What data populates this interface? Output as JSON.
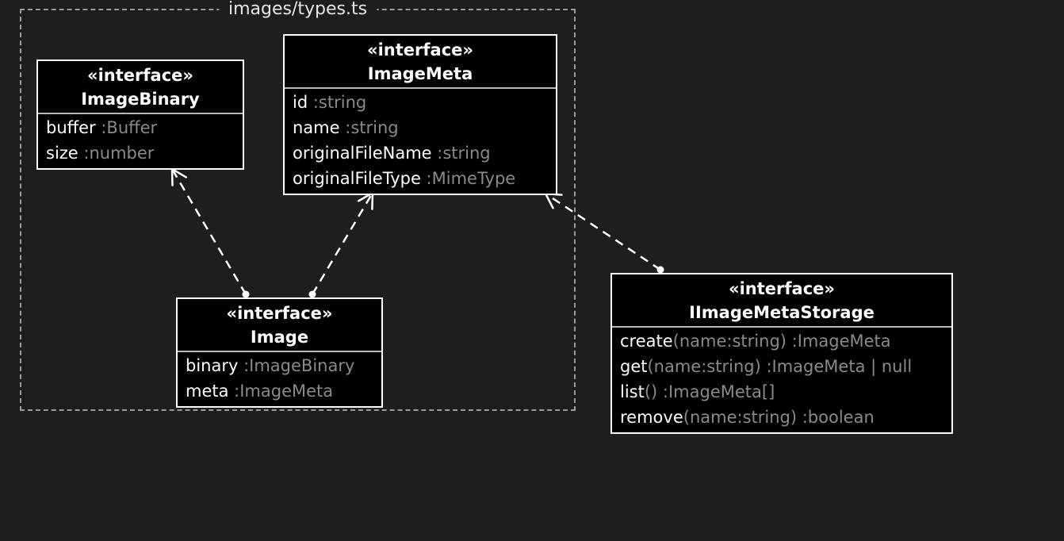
{
  "package": {
    "label": "images/types.ts"
  },
  "colors": {
    "background": "#1e1e1e",
    "box_background": "#000000",
    "box_border": "#ffffff",
    "name_text": "#ffffff",
    "type_text": "#8a8a8a",
    "package_border": "#9b9b9b",
    "package_label_text": "#e6e6e6",
    "arrow": "#ffffff",
    "separator": "#b8b8b8"
  },
  "classes": {
    "image_binary": {
      "stereotype": "«interface»",
      "name": "ImageBinary",
      "members": [
        {
          "name": "buffer",
          "type": " :Buffer"
        },
        {
          "name": "size",
          "type": " :number"
        }
      ]
    },
    "image_meta": {
      "stereotype": "«interface»",
      "name": "ImageMeta",
      "members": [
        {
          "name": "id",
          "type": " :string"
        },
        {
          "name": "name",
          "type": " :string"
        },
        {
          "name": "originalFileName",
          "type": " :string"
        },
        {
          "name": "originalFileType",
          "type": " :MimeType"
        }
      ]
    },
    "image": {
      "stereotype": "«interface»",
      "name": "Image",
      "members": [
        {
          "name": "binary",
          "type": " :ImageBinary"
        },
        {
          "name": "meta",
          "type": " :ImageMeta"
        }
      ]
    },
    "iimage_meta_storage": {
      "stereotype": "«interface»",
      "name": "IImageMetaStorage",
      "members": [
        {
          "name": "create",
          "type": "(name:string) :ImageMeta"
        },
        {
          "name": "get",
          "type": "(name:string) :ImageMeta | null"
        },
        {
          "name": "list",
          "type": "() :ImageMeta[]"
        },
        {
          "name": "remove",
          "type": "(name:string) :boolean"
        }
      ]
    }
  }
}
